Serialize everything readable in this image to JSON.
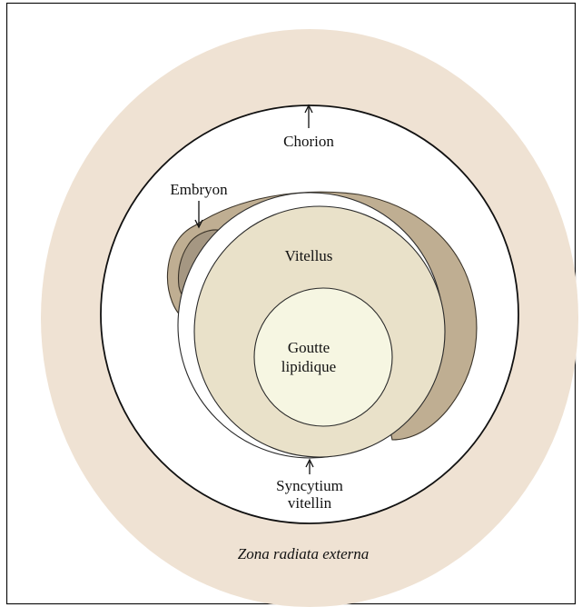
{
  "labels": {
    "chorion": "Chorion",
    "embryon": "Embryon",
    "vitellus": "Vitellus",
    "goutte_line1": "Goutte",
    "goutte_line2": "lipidique",
    "syncytium_line1": "Syncytium",
    "syncytium_line2": "vitellin",
    "zona": "Zona radiata externa"
  },
  "colors": {
    "zona_radiata": "#EFE2D3",
    "chorion_space": "#FFFFFF",
    "embryo_body": "#BFAE92",
    "embryo_head": "#A59782",
    "vitellus": "#E9E1C9",
    "lipid_droplet": "#F6F6E2",
    "outline": "#111111"
  }
}
